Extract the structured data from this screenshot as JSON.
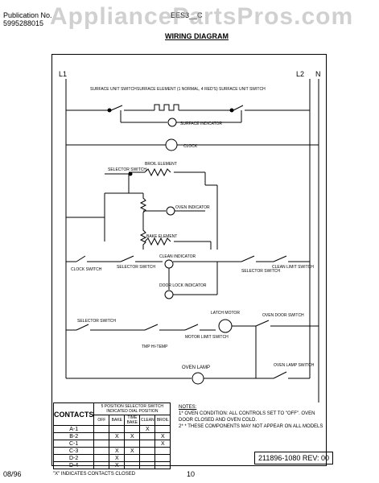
{
  "header": {
    "pub_label": "Publication No.",
    "pub_number": "5995288015",
    "model": "EES3__C",
    "title": "WIRING DIAGRAM"
  },
  "watermark": "AppliancePartsPros.com",
  "lines": {
    "l1": "L1",
    "l2": "L2",
    "n": "N"
  },
  "components": {
    "surface_unit_switch_left": "SURFACE UNIT SWITCH",
    "surface_element": "SURFACE ELEMENT (1 NORMAL, 4 RED'S)",
    "surface_unit_switch_right": "SURFACE UNIT SWITCH",
    "surface_indicator": "SURFACE INDICATOR",
    "clock": "CLOCK",
    "selector_switch": "SELECTOR SWITCH",
    "broil_element": "BROIL ELEMENT",
    "oven_indicator": "OVEN INDICATOR",
    "bake_element": "BAKE ELEMENT",
    "selector_switch_2": "SELECTOR SWITCH",
    "clean_indicator": "CLEAN INDICATOR",
    "clock_switch": "CLOCK SWITCH",
    "selector_switch_3": "SELECTOR SWITCH",
    "clean_limit_switch": "CLEAN LIMIT SWITCH",
    "door_lock_indicator": "DOOR LOCK INDICATOR",
    "latch_motor": "LATCH MOTOR",
    "oven_door_switch": "OVEN DOOR SWITCH",
    "selector_switch_4": "SELECTOR SWITCH",
    "motor_limit_switch": "MOTOR LIMIT SWITCH",
    "tmp_hi_temp": "TMP HI-TEMP",
    "oven_lamp": "OVEN LAMP",
    "oven_lamp_switch": "OVEN LAMP SWITCH"
  },
  "contacts": {
    "title": "CONTACTS",
    "header_note": "5 POSITION SELECTOR SWITCH INDICATED DIAL POSITION",
    "columns": [
      "OFF",
      "BAKE",
      "TIME BAKE",
      "CLEAN",
      "BROIL"
    ],
    "rows": [
      {
        "id": "A-1",
        "marks": [
          "",
          "",
          "",
          "X",
          ""
        ]
      },
      {
        "id": "B-2",
        "marks": [
          "",
          "X",
          "X",
          "",
          "X"
        ]
      },
      {
        "id": "C-1",
        "marks": [
          "",
          "",
          "",
          "",
          "X"
        ]
      },
      {
        "id": "C-3",
        "marks": [
          "",
          "X",
          "X",
          "",
          ""
        ]
      },
      {
        "id": "D-2",
        "marks": [
          "",
          "X",
          "",
          "",
          ""
        ]
      },
      {
        "id": "D-4",
        "marks": [
          "",
          "X",
          "",
          "",
          ""
        ]
      }
    ],
    "footnote": "\"X\" INDICATES CONTACTS CLOSED"
  },
  "notes": {
    "title": "NOTES:",
    "n1": "1* OVEN CONDITION: ALL CONTROLS SET TO \"OFF\". OVEN DOOR CLOSED AND OVEN COLD.",
    "n2": "2* * THESE COMPONENTS MAY NOT APPEAR ON ALL MODELS"
  },
  "part_number": "211896-1080 REV: 00",
  "footer": {
    "date": "08/96",
    "page": "10"
  }
}
